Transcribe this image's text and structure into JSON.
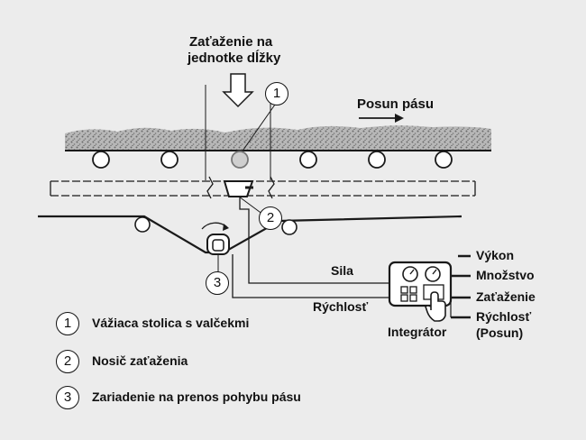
{
  "diagram": {
    "load_label_line1": "Zaťaženie na",
    "load_label_line2": "jednotke dĺžky",
    "belt_travel_label": "Posun pásu",
    "force_label": "Sila",
    "speed_label": "Rýchlosť",
    "integrator_label": "Integrátor",
    "outputs": [
      "Výkon",
      "Množstvo",
      "Zaťaženie",
      "Rýchlosť",
      "(Posun)"
    ],
    "callouts": [
      "1",
      "2",
      "3"
    ],
    "colors": {
      "background": "#ececec",
      "line": "#1a1a1a",
      "material": "#9a9a9a"
    }
  },
  "legend": [
    {
      "num": "1",
      "text": "Vážiaca stolica s valčekmi"
    },
    {
      "num": "2",
      "text": "Nosič zaťaženia"
    },
    {
      "num": "3",
      "text": "Zariadenie na prenos pohybu pásu"
    }
  ]
}
